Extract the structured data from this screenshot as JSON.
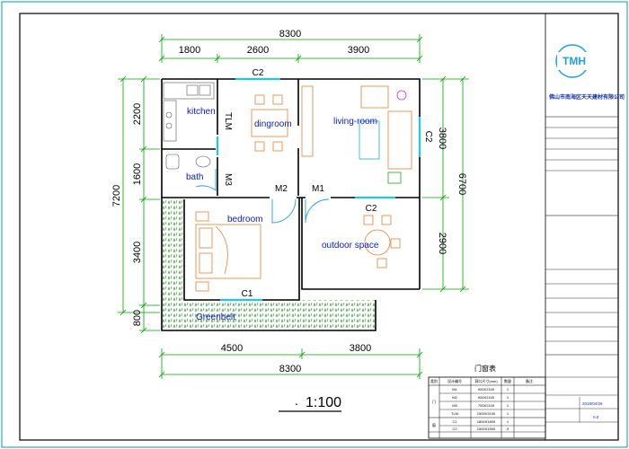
{
  "dims": {
    "top_total": "8300",
    "top_segments": [
      "1800",
      "2600",
      "3900"
    ],
    "bottom_segments": [
      "4500",
      "3800"
    ],
    "bottom_total": "8300",
    "left_total": "7200",
    "left_segments": [
      "2200",
      "1600",
      "3400",
      "800"
    ],
    "right_segments": [
      "3800",
      "2900"
    ],
    "right_total": "6700"
  },
  "rooms": {
    "kitchen": "kitchen",
    "dingroom": "dingroom",
    "living_room": "living-room",
    "bath": "bath",
    "bedroom": "bedroom",
    "outdoor_space": "outdoor space",
    "greenbelt": "Greenbelt"
  },
  "openings": {
    "c2_top": "C2",
    "c2_right": "C2",
    "c2_outdoor": "C2",
    "c1_bedroom": "C1",
    "tlm": "TLM",
    "m1": "M1",
    "m2": "M2",
    "m3": "M3"
  },
  "scale": "1:100",
  "scale_dot": ".",
  "logo": {
    "text": "TMH",
    "company": "佛山市南海区天天建材有限公司"
  },
  "schedule": {
    "title": "门窗表",
    "headers": [
      "类别",
      "设计编号",
      "洞口尺寸(mm)",
      "数量",
      "备注"
    ],
    "groups": [
      {
        "category": "门",
        "rows": [
          {
            "code": "M1",
            "size": "900X2100",
            "qty": "1"
          },
          {
            "code": "M2",
            "size": "900X2100",
            "qty": "1"
          },
          {
            "code": "M3",
            "size": "700X2100",
            "qty": "1"
          },
          {
            "code": "TLM",
            "size": "1500X2100",
            "qty": "1"
          }
        ]
      },
      {
        "category": "窗",
        "rows": [
          {
            "code": "C1",
            "size": "1800X1800",
            "qty": "1"
          },
          {
            "code": "C2",
            "size": "1500X1500",
            "qty": "3"
          }
        ]
      }
    ]
  },
  "title_block": {
    "date": "2018/04/26",
    "ratio": "0.0"
  },
  "colors": {
    "wall": "#000000",
    "furniture": "#e08030",
    "window": "#20c8e0",
    "greenbelt": "#2d8a2d",
    "frame": "#00a0a0",
    "label": "#1020c0"
  }
}
